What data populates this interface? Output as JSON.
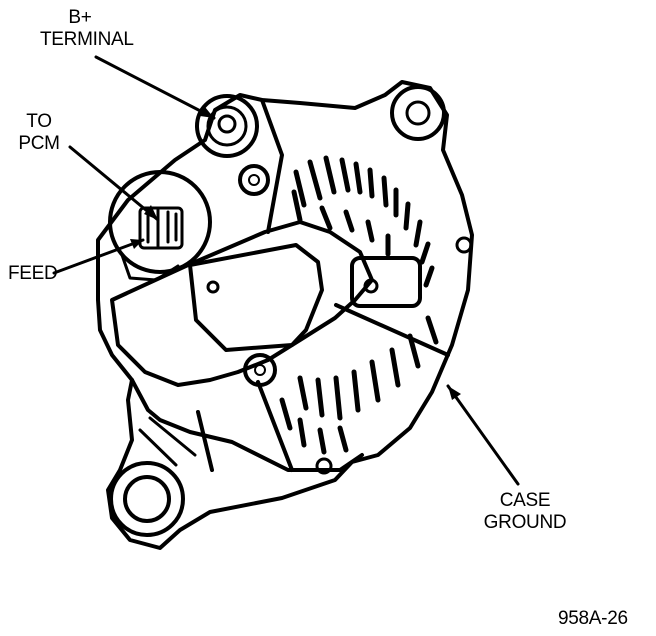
{
  "labels": {
    "b_plus": "B+",
    "terminal": "TERMINAL",
    "to": "TO",
    "pcm": "PCM",
    "feed": "FEED",
    "case": "CASE",
    "ground": "GROUND",
    "figure_id": "958A-26"
  },
  "colors": {
    "ink": "#000000",
    "paper": "#ffffff"
  }
}
